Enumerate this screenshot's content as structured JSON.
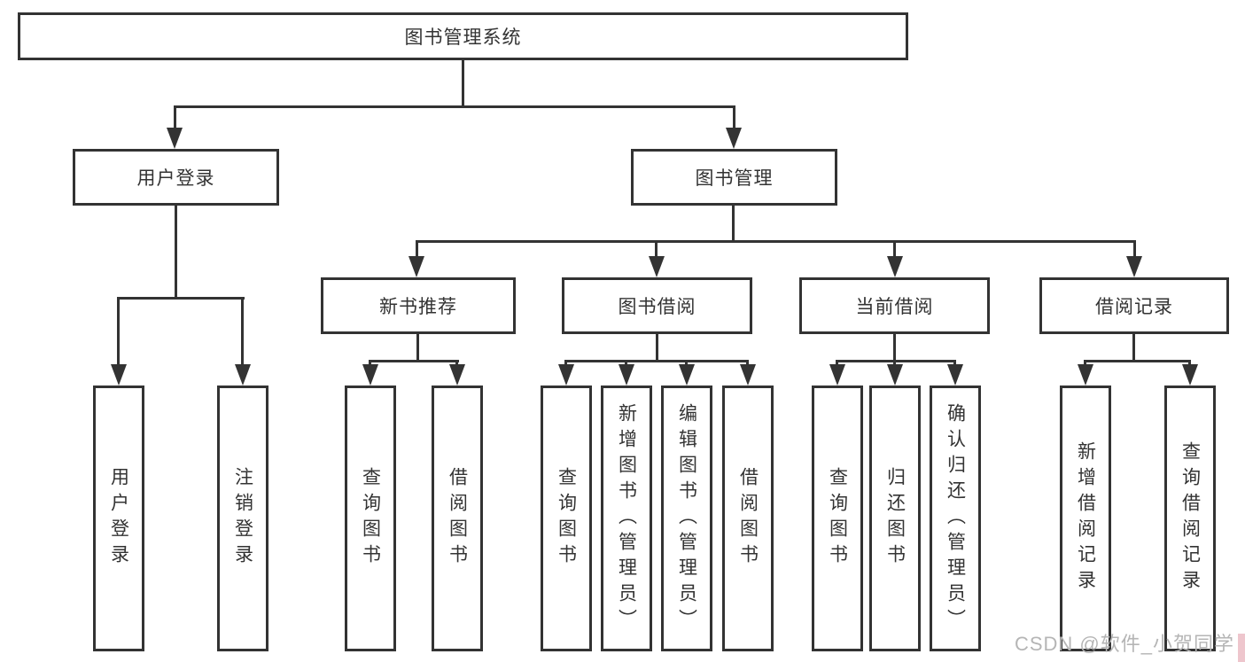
{
  "diagram": {
    "root": {
      "label": "图书管理系统"
    },
    "level2": [
      {
        "label": "用户登录"
      },
      {
        "label": "图书管理"
      }
    ],
    "level3": [
      {
        "label": "新书推荐"
      },
      {
        "label": "图书借阅"
      },
      {
        "label": "当前借阅"
      },
      {
        "label": "借阅记录"
      }
    ],
    "leaves": {
      "login": [
        "用户登录",
        "注销登录"
      ],
      "recommend": [
        "查询图书",
        "借阅图书"
      ],
      "borrow": [
        "查询图书",
        "新增图书（管理员）",
        "编辑图书（管理员）",
        "借阅图书"
      ],
      "current": [
        "查询图书",
        "归还图书",
        "确认归还（管理员）"
      ],
      "records": [
        "新增借阅记录",
        "查询借阅记录"
      ]
    },
    "colors": {
      "line": "#333333",
      "text": "#333333",
      "background": "#ffffff",
      "watermark": "#b5b5b5"
    }
  },
  "watermark": {
    "text": "CSDN @软件_小贺同学"
  }
}
